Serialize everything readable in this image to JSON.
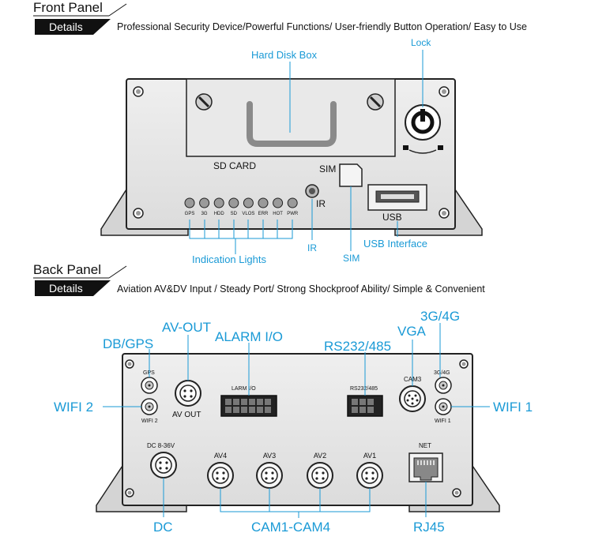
{
  "front": {
    "title": "Front Panel",
    "tag": "Details",
    "description": "Professional Security Device/Powerful Functions/ User-friendly Button Operation/ Easy to Use",
    "panel_labels": {
      "sd_card": "SD CARD",
      "sim": "SIM",
      "ir": "IR",
      "usb": "USB"
    },
    "leds": [
      "GPS",
      "3G",
      "HDD",
      "SD",
      "VLOS",
      "ERR",
      "HOT",
      "PWR"
    ],
    "callouts": {
      "hard_disk_box": "Hard Disk Box",
      "lock": "Lock",
      "indication_lights": "Indication Lights",
      "ir": "IR",
      "sim": "SIM",
      "usb_interface": "USB Interface"
    }
  },
  "back": {
    "title": "Back Panel",
    "tag": "Details",
    "description": "Aviation AV&DV Input / Steady Port/ Strong Shockproof Ability/ Simple & Convenient",
    "panel_labels": {
      "gps": "GPS",
      "wifi2": "WIFI 2",
      "av_out": "AV OUT",
      "alarm": "LARM I/O",
      "rs232": "RS232/485",
      "cam3": "CAM3",
      "g34": "3G/4G",
      "wifi1": "WIFI 1",
      "dc": "DC 8-36V",
      "av4": "AV4",
      "av3": "AV3",
      "av2": "AV2",
      "av1": "AV1",
      "net": "NET"
    },
    "callouts": {
      "db_gps": "DB/GPS",
      "av_out": "AV-OUT",
      "alarm_io": "ALARM I/O",
      "rs232": "RS232/485",
      "vga": "VGA",
      "g34": "3G/4G",
      "wifi2": "WIFI 2",
      "wifi1": "WIFI 1",
      "dc": "DC",
      "cam": "CAM1-CAM4",
      "rj45": "RJ45"
    }
  },
  "colors": {
    "accent": "#1a9ad6",
    "panel": "#e6e6e6",
    "outline": "#222222",
    "tag": "#111111"
  }
}
